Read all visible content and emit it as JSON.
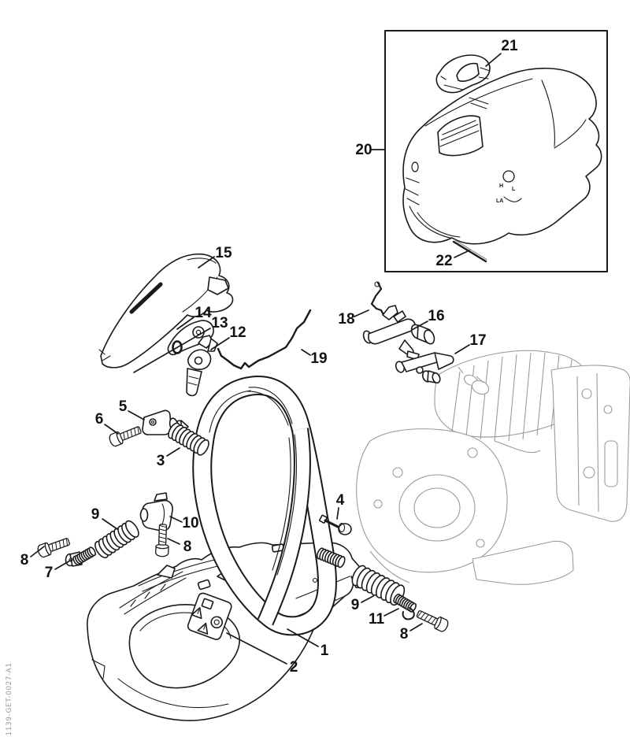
{
  "document": {
    "footer_id": "1139-GET-0027-A1"
  },
  "colors": {
    "line": "#1a1a1a",
    "ghost": "#9b9b9b",
    "background": "#ffffff",
    "label": "#111111"
  },
  "shroud_markings": {
    "h": "H",
    "l": "L",
    "la": "LA"
  },
  "callouts": {
    "n20": {
      "text": "20"
    },
    "n21": {
      "text": "21"
    },
    "n22": {
      "text": "22"
    },
    "n15": {
      "text": "15"
    },
    "n14": {
      "text": "14"
    },
    "n13": {
      "text": "13"
    },
    "n12": {
      "text": "12"
    },
    "n19": {
      "text": "19"
    },
    "n18": {
      "text": "18"
    },
    "n16": {
      "text": "16"
    },
    "n17": {
      "text": "17"
    },
    "n5": {
      "text": "5"
    },
    "n6": {
      "text": "6"
    },
    "n3": {
      "text": "3"
    },
    "n9a": {
      "text": "9"
    },
    "n10": {
      "text": "10"
    },
    "n8a": {
      "text": "8"
    },
    "n7": {
      "text": "7"
    },
    "n8b": {
      "text": "8"
    },
    "n4": {
      "text": "4"
    },
    "n9b": {
      "text": "9"
    },
    "n11": {
      "text": "11"
    },
    "n8c": {
      "text": "8"
    },
    "n1": {
      "text": "1"
    },
    "n2": {
      "text": "2"
    }
  }
}
